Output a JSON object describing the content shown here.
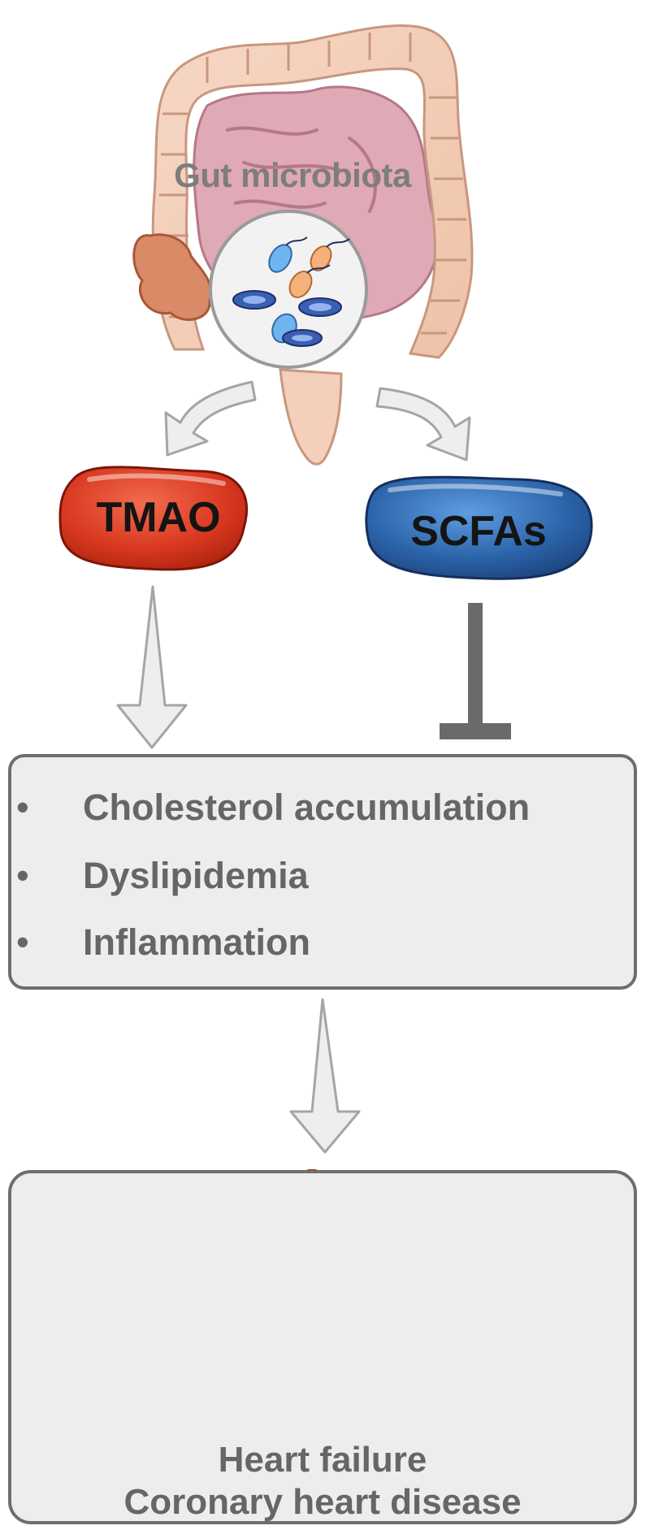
{
  "gut": {
    "label": "Gut microbiota"
  },
  "metabolites": {
    "tmao": {
      "label": "TMAO",
      "effect": "promotes"
    },
    "scfas": {
      "label": "SCFAs",
      "effect": "inhibits"
    }
  },
  "effects": {
    "items": [
      {
        "bullet": "•",
        "label": "Cholesterol accumulation"
      },
      {
        "bullet": "•",
        "label": "Dyslipidemia"
      },
      {
        "bullet": "•",
        "label": "Inflammation"
      }
    ]
  },
  "outcomes": {
    "lines": [
      "Heart failure",
      "Coronary heart disease"
    ]
  },
  "colors": {
    "tmao": "#d8381f",
    "scfas": "#2b63a8",
    "box_bg": "#ededed",
    "box_border": "#6e6e6e",
    "text_gray": "#666666",
    "arrow_fill": "#eeeeee",
    "arrow_stroke": "#a5a5a5",
    "inhibit": "#6a6a6a"
  }
}
